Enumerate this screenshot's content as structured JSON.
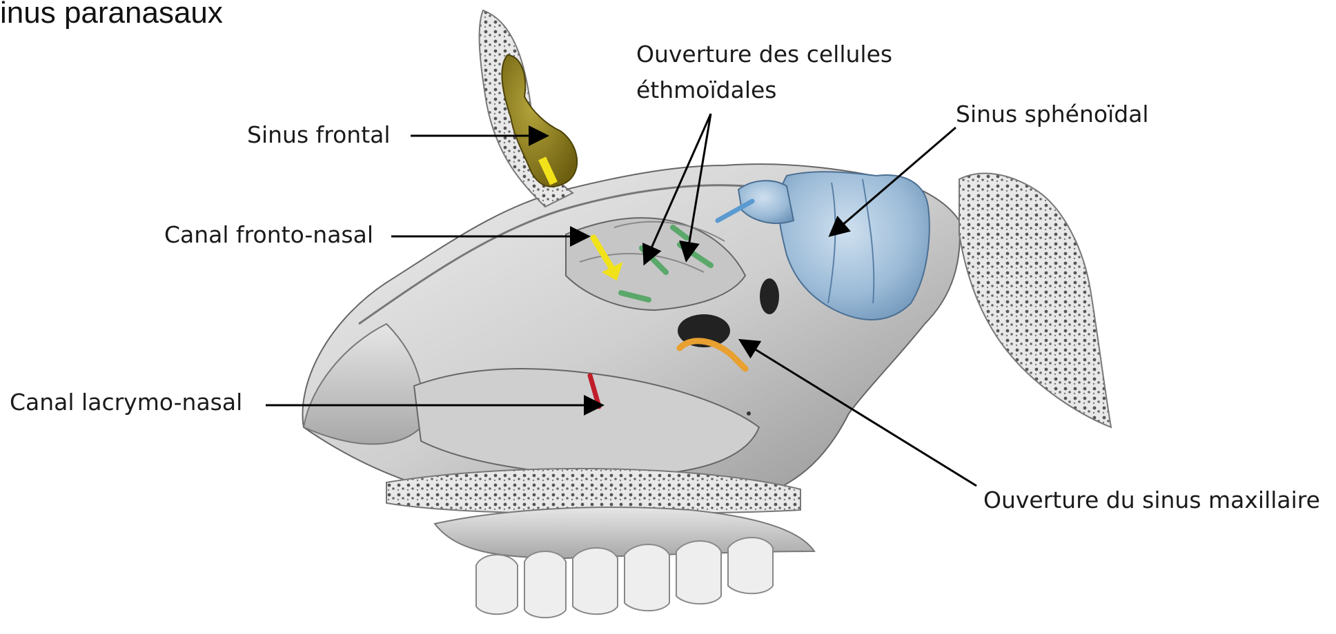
{
  "page": {
    "title": "inus paranasaux"
  },
  "labels": {
    "sinus_frontal": "Sinus frontal",
    "ethmoid_line1": "Ouverture des cellules",
    "ethmoid_line2": "éthmoïdales",
    "sinus_sphenoidal": "Sinus sphénoïdal",
    "canal_fronto_nasal": "Canal fronto-nasal",
    "canal_lacrymo_nasal": "Canal lacrymo-nasal",
    "ouverture_maxillaire": "Ouverture du sinus maxillaire"
  },
  "colors": {
    "frontal_sinus": "#8a7a1e",
    "sphenoid_sinus": "#a9c4dd",
    "fronto_nasal_arrow": "#f2e21a",
    "ethmoid_arrows": "#5aa86a",
    "maxillary_arrow": "#e8a030",
    "lacrimal_arrow": "#c01e2a",
    "sphenoid_arrow": "#5a9ad0",
    "bone": "#d9d9d9"
  }
}
